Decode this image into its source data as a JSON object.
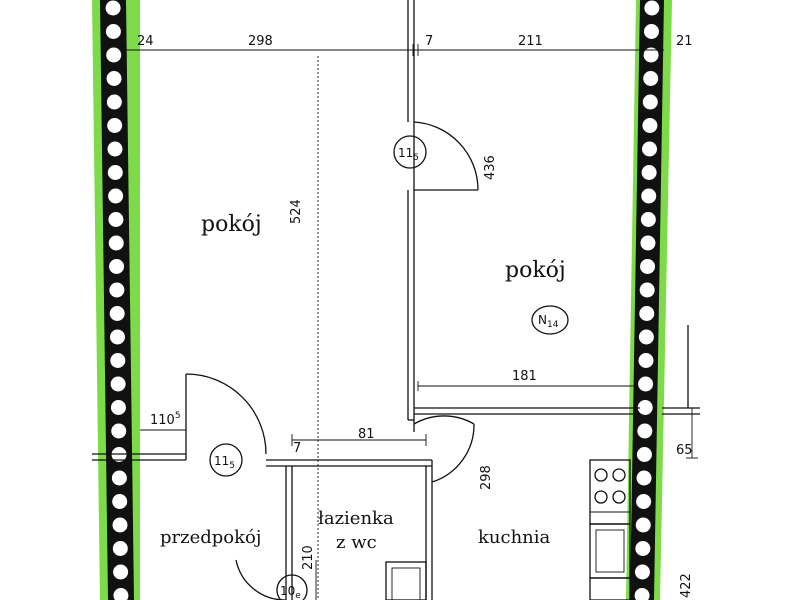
{
  "rooms": {
    "left_room": "pokój",
    "right_room": "pokój",
    "hall": "przedpokój",
    "bathroom_line1": "łazienka",
    "bathroom_line2": "z wc",
    "kitchen": "kuchnia"
  },
  "dimensions": {
    "d_24": "24",
    "d_298_top": "298",
    "d_7_top": "7",
    "d_211": "211",
    "d_21": "21",
    "d_524": "524",
    "d_436": "436",
    "d_181": "181",
    "d_110_main": "110",
    "d_110_sup": "5",
    "d_7_mid": "7",
    "d_81": "81",
    "d_298_mid": "298",
    "d_65": "65",
    "d_210": "210",
    "d_422": "422"
  },
  "door_tags": [
    {
      "main": "11",
      "sub": "5"
    },
    {
      "main": "11",
      "sub": "5"
    },
    {
      "main": "10",
      "sub": "e"
    }
  ],
  "marker": {
    "main": "N",
    "sub": "14"
  },
  "colors": {
    "green_band": "#7ddb4a",
    "wall_fill": "#111111",
    "window_dot": "#ffffff"
  }
}
